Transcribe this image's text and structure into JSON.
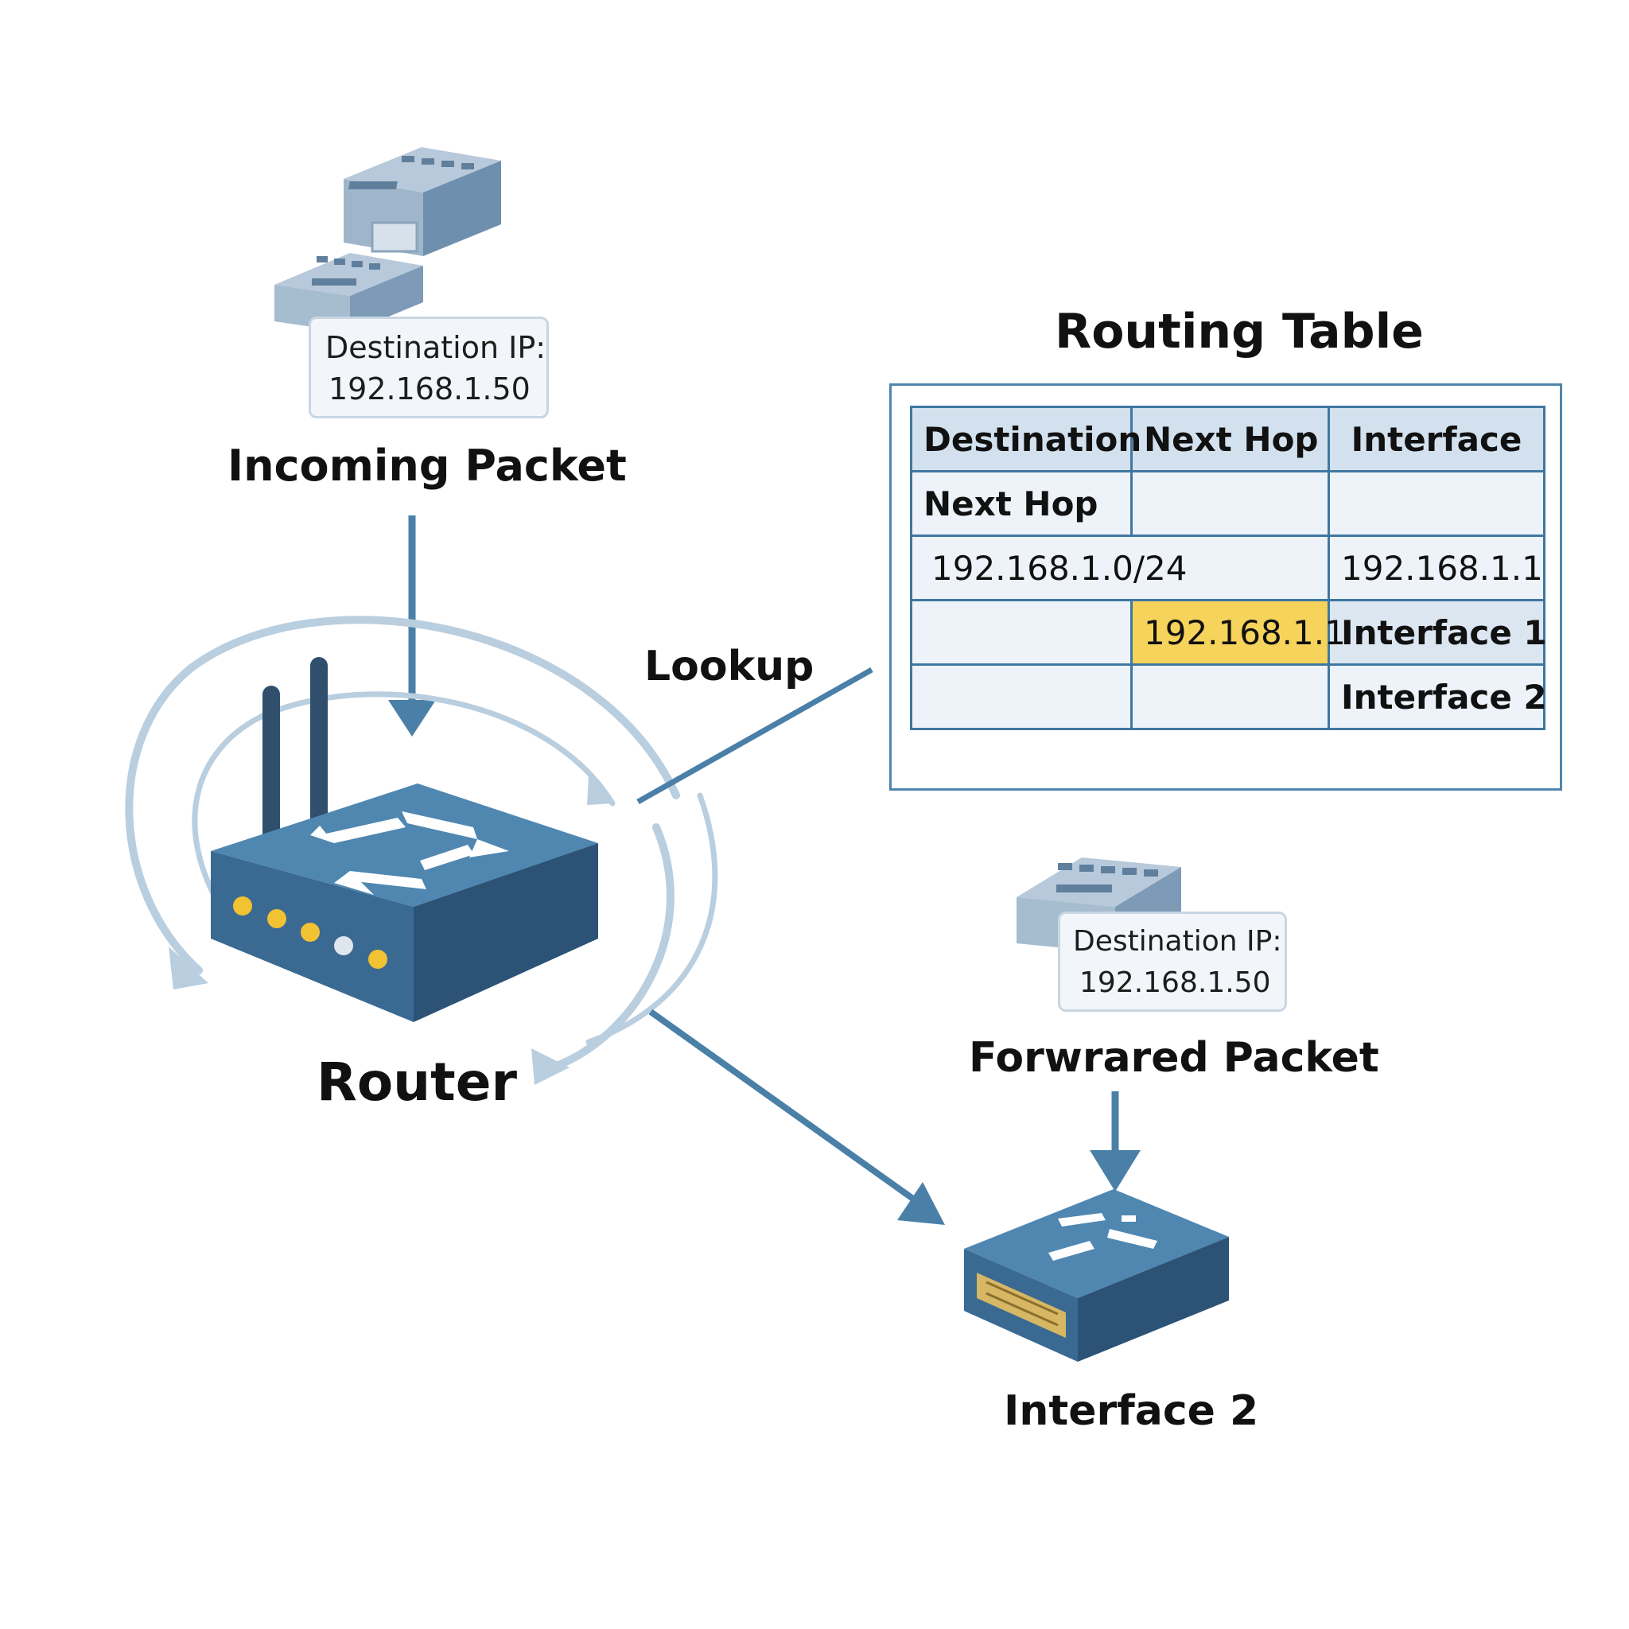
{
  "incoming": {
    "ip_label": "Destination IP:",
    "ip_value": "192.168.1.50",
    "title": "Incoming Packet"
  },
  "router": {
    "title": "Router"
  },
  "lookup": {
    "label": "Lookup"
  },
  "routing_table": {
    "title": "Routing Table",
    "headers": [
      "Destination",
      "Next Hop",
      "Interface"
    ],
    "rows": [
      [
        "Next Hop",
        "",
        ""
      ],
      [
        "192.168.1.0/24",
        "",
        "192.168.1.1"
      ],
      [
        "",
        "192.168.1.1",
        "Interface 1"
      ],
      [
        "",
        "",
        "Interface 2"
      ]
    ],
    "highlight_color": "#f6d35a"
  },
  "forwarded": {
    "ip_label": "Destination IP:",
    "ip_value": "192.168.1.50",
    "title": "Forwrared Packet"
  },
  "interface2": {
    "title": "Interface 2"
  },
  "colors": {
    "device_blue": "#3f77a1",
    "arrow_blue": "#4a80a8",
    "swirl_light": "#b9cedf",
    "led_yellow": "#f1c232"
  }
}
